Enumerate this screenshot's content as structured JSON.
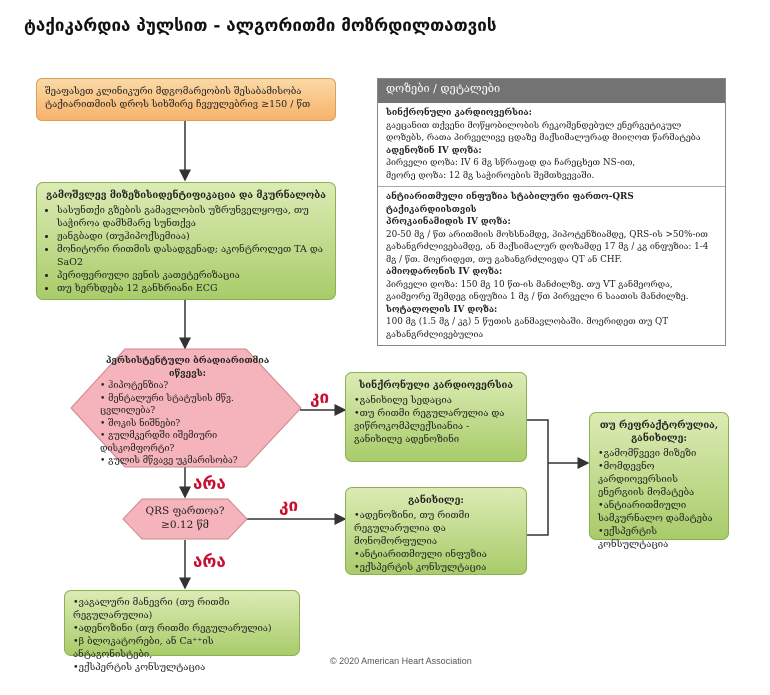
{
  "title": "ტაქიკარდია პულსით - ალგორითმი მოზრდილთათვის",
  "start_box": {
    "lines": [
      "შეაფასეთ კლინიკური მდგომარეობის შესაბამისობა",
      "ტაქიარითმიის დროს სიხშირე ჩვეულებრივ ≥150 / წთ"
    ]
  },
  "identify_box": {
    "heading": "გამოშვლევ მიზეზისიდენტიფიკაცია და მკურნალობა",
    "items": [
      "სასუნთქი გზების გამავლობის უზრუნველყოფა, თუ საჭიროა დამხმარე სუნთქვა",
      "ჟანგბადი (თუჰიპოქსემიაა)",
      "მონიტორი რითმის დასადგენად; აკონტროლეთ TA და SaO2",
      "პერიფერიული ვენის კათეტერიზაცია",
      "თუ ხერხდება 12 განხრიანი ECG"
    ]
  },
  "persistent_box": {
    "heading": "პერსისტენტული ბრადიარითმია იწვევს:",
    "items": [
      "ჰიპოტენზია?",
      "მენტალური სტატუსის მწვ. ცვლილება?",
      "შოკის ნიშნები?",
      "გულმკერდში იშემიური დისკომფორტი?",
      "გულის მწვავე უკმარისობა?"
    ]
  },
  "qrs_box": {
    "line1": "QRS ფართოა?",
    "line2": "≥0.12 წმ"
  },
  "labels": {
    "yes1": "კი",
    "yes2": "კი",
    "no1": "არა",
    "no2": "არა"
  },
  "sync_box": {
    "heading": "სინქრონული კარდიოვერსია",
    "items": [
      "•განიხილე სედაცია",
      "•თუ რითმი რეგულარულია და ვიწროკომპლექსიანია - განიხილე ადენოზინი"
    ]
  },
  "consider_box": {
    "heading": "განიხილე:",
    "items": [
      "•ადენოზინი, თუ რითმი რეგულარულია და მონომორფულია",
      "•ანტიარითმიული ინფუზია",
      "•ექსპერტის კონსულტაცია"
    ]
  },
  "refractory_box": {
    "heading": "თუ რეფრაქტორულია, განიხილე:",
    "items": [
      "•გამომწვევი მიზეზი",
      "•მომდევნო კარდიოვერსიის ენერგიის მომატება",
      "•ანტიარითმიული სამკურნალო დამატება",
      "•ექსპერტის კონსულტაცია"
    ]
  },
  "vagal_box": {
    "items": [
      "•ვაგალური მანევრი (თუ რითმი რეგულარულია)",
      "•ადენოზინი (თუ რითმი რეგულარულია)",
      "•β ბლოკატორები, ან Ca⁺⁺ის ანტაგონისტები,",
      "•ექსპერტის კონსულტაცია"
    ]
  },
  "doses": {
    "header": "დოზები / დეტალები",
    "sec1": {
      "t1": "სინქრონული კარდიოვერსია:",
      "p1": "გაეცანით თქვენი მოწყობილობის რეკომენდებულ ენერგეტიკულ დოზებს, რათა პირველივე ცდაზე მაქსიმალურად მიიღოთ წარმატება",
      "t2": "ადენოზინ IV დოზა:",
      "p2a": "პირველი დოზა: IV 6 მგ სწრაფად და ჩარეცხეთ NS-ით,",
      "p2b": "მეორე დოზა: 12 მგ საჭიროების შემთხვევაში."
    },
    "sec2": {
      "t1": "ანტიარითმული ინფუზია სტაბილური ფართო-QRS ტაქიკარდიისთვის",
      "t2": "პროკაინამიდის IV დოზა:",
      "p2": "20-50 მგ / წთ არითმიის მოხსნამდე, ჰიპოტენზიამდე, QRS-ის >50%-ით გახანგრძლივებამდე, ან მაქსიმალურ დოზამდე 17 მგ / კგ ინფუზია: 1-4 მგ / წთ. მოერიდეთ, თუ გახანგრძლივდა QT ან CHF.",
      "t3": "ამიოდარონის IV დოზა:",
      "p3": "პირველი დოზა: 150 მგ 10 წთ-ის მანძილზე. თუ VT განმეორდა, გაიმეორე შემდეგ ინფუზია 1 მგ / წთ პირველი 6 საათის მანძილზე.",
      "t4": "სოტალოლის IV დოზა:",
      "p4": "100 მგ (1.5 მგ / კგ) 5 წუთის განმავლობაში. მოერიდეთ თუ QT გახანგრძლივებულია"
    }
  },
  "copyright": "© 2020 American Heart Association",
  "colors": {
    "orange": "#f7b36b",
    "green": "#a8cc6a",
    "red": "#c8102e",
    "diamond": "#f5b3bc",
    "dose_header": "#737373"
  }
}
